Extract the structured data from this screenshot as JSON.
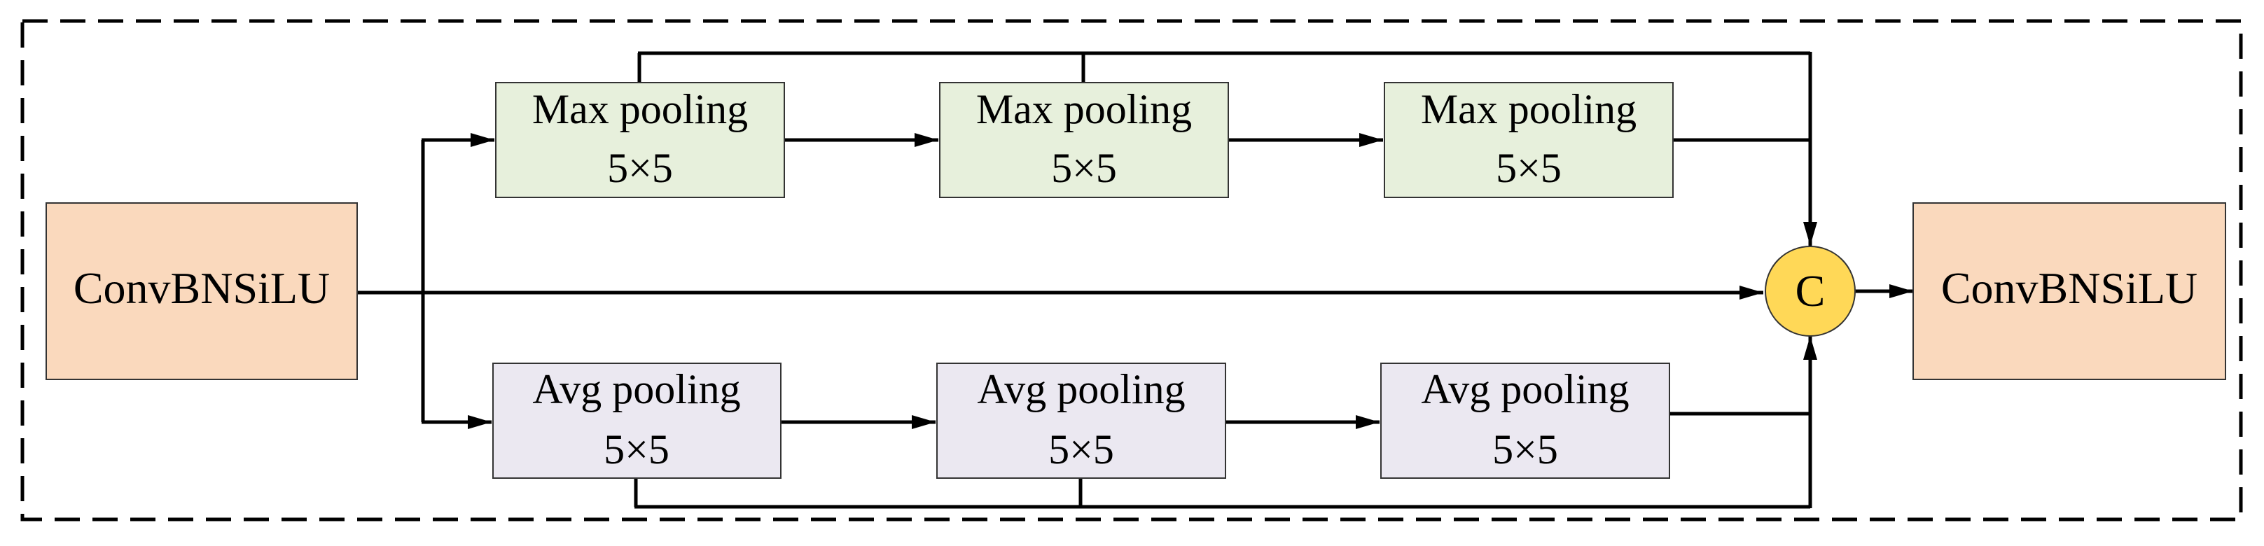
{
  "colors": {
    "conv_fill": "#fad9bd",
    "max_fill": "#e7f0dc",
    "avg_fill": "#ebe8f1",
    "concat_fill": "#ffd857",
    "line": "#000000",
    "box_border": "#333333"
  },
  "input_block": {
    "label": "ConvBNSiLU"
  },
  "output_block": {
    "label": "ConvBNSiLU"
  },
  "max_pools": [
    {
      "name": "Max pooling",
      "size": "5×5"
    },
    {
      "name": "Max pooling",
      "size": "5×5"
    },
    {
      "name": "Max pooling",
      "size": "5×5"
    }
  ],
  "avg_pools": [
    {
      "name": "Avg pooling",
      "size": "5×5"
    },
    {
      "name": "Avg pooling",
      "size": "5×5"
    },
    {
      "name": "Avg pooling",
      "size": "5×5"
    }
  ],
  "concat": {
    "label": "C"
  }
}
